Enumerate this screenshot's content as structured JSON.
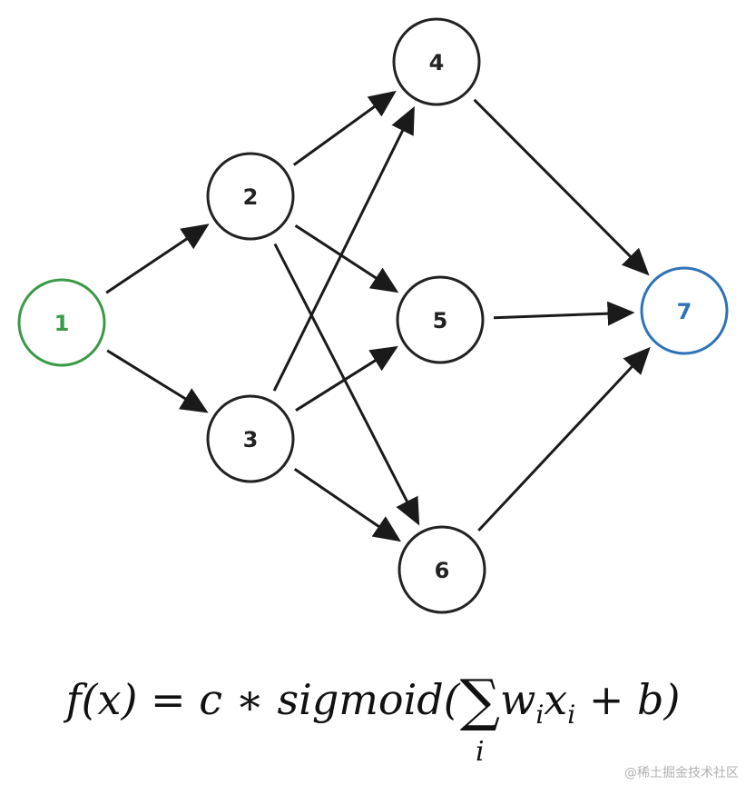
{
  "colors": {
    "default_node": "#222222",
    "input_node": "#3a9a46",
    "output_node": "#2e73b8",
    "edge": "#1a1a1a"
  },
  "nodes": [
    {
      "id": "1",
      "label": "1",
      "role": "input"
    },
    {
      "id": "2",
      "label": "2",
      "role": "hidden"
    },
    {
      "id": "3",
      "label": "3",
      "role": "hidden"
    },
    {
      "id": "4",
      "label": "4",
      "role": "hidden"
    },
    {
      "id": "5",
      "label": "5",
      "role": "hidden"
    },
    {
      "id": "6",
      "label": "6",
      "role": "hidden"
    },
    {
      "id": "7",
      "label": "7",
      "role": "output"
    }
  ],
  "edges": [
    {
      "from": "1",
      "to": "2"
    },
    {
      "from": "1",
      "to": "3"
    },
    {
      "from": "2",
      "to": "4"
    },
    {
      "from": "2",
      "to": "5"
    },
    {
      "from": "2",
      "to": "6"
    },
    {
      "from": "3",
      "to": "4"
    },
    {
      "from": "3",
      "to": "5"
    },
    {
      "from": "3",
      "to": "6"
    },
    {
      "from": "4",
      "to": "7"
    },
    {
      "from": "5",
      "to": "7"
    },
    {
      "from": "6",
      "to": "7"
    }
  ],
  "formula": {
    "lhs": "f(x) = c ∗ sigmoid(",
    "sum_symbol": "∑",
    "sum_index": "i",
    "w": "w",
    "w_sub": "i",
    "x": "x",
    "x_sub": "i",
    "rhs": " + b)"
  },
  "watermark": "@稀土掘金技术社区"
}
